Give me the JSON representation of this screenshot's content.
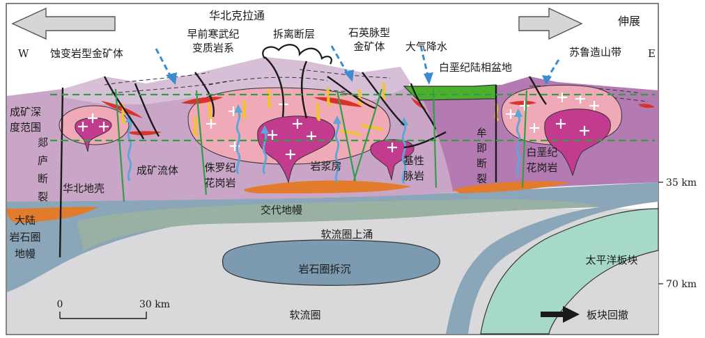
{
  "diagram": {
    "top_label": "华北克拉通",
    "extension_label": "伸展",
    "west": "W",
    "east": "E",
    "labels": {
      "precambrian": [
        "早前寒武纪",
        "变质岩系"
      ],
      "detachment": "拆离断层",
      "quartz_vein": [
        "石英脉型",
        "金矿体"
      ],
      "meteoric_water": "大气降水",
      "altered_rock": "蚀变岩型金矿体",
      "cretaceous_basin": "白垩纪陆相盆地",
      "sulu": "苏鲁造山带",
      "depth_range": [
        "成矿深",
        "度范围"
      ],
      "tanlu": [
        "郯",
        "庐",
        "断",
        "裂"
      ],
      "ore_fluid": "成矿流体",
      "jurassic_granite": [
        "侏罗纪",
        "花岗岩"
      ],
      "magma_chamber": "岩浆房",
      "basic_dike": [
        "基性",
        "脉岩"
      ],
      "muping_jimo": [
        "牟",
        "即",
        "断",
        "裂"
      ],
      "cretaceous_granite": [
        "白垩纪",
        "花岗岩"
      ],
      "north_china_crust": "华北地壳",
      "continental_mantle": [
        "大陆",
        "岩石圈",
        "地幔"
      ],
      "metasomatized_mantle": "交代地幔",
      "asthenosphere_upwelling": "软流圈上涌",
      "delamination": "岩石圈拆沉",
      "pacific_plate": "太平洋板块",
      "asthenosphere": "软流圈",
      "slab_rollback": "板块回撤"
    },
    "depth_ticks": [
      "35 km",
      "70 km"
    ],
    "scale_bar": {
      "start": "0",
      "end": "30 km"
    }
  }
}
